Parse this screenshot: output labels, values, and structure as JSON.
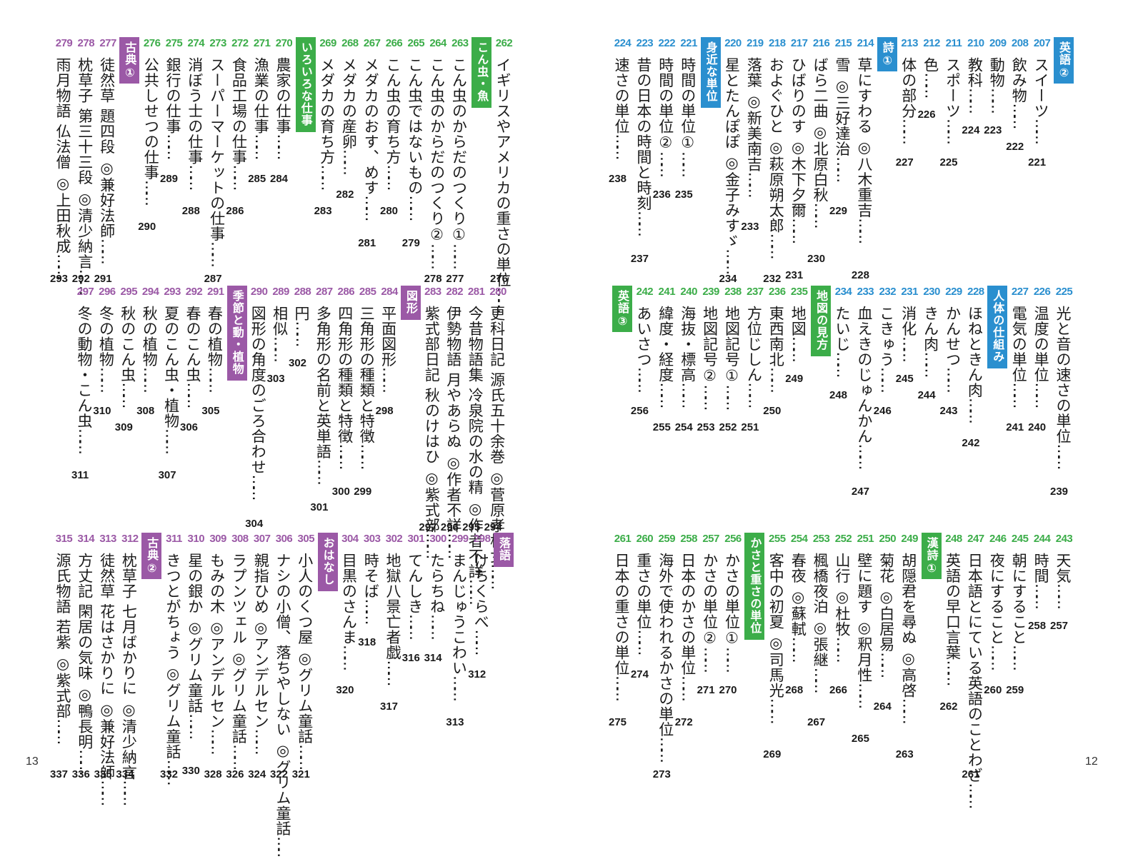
{
  "colors": {
    "green": "#3cad49",
    "purple": "#9b59a6",
    "blue": "#2a8fcf",
    "text": "#1a1a1a",
    "badge_text": "#ffffff"
  },
  "folios": {
    "left": "13",
    "right": "12"
  },
  "panels": {
    "left_top": {
      "section_badges": [
        {
          "label": "古典①",
          "color": "purple"
        },
        {
          "label": "いろいろな仕事",
          "color": "green"
        },
        {
          "label": "こん虫・魚",
          "color": "green"
        }
      ],
      "entries": [
        {
          "num": "279",
          "title": "雨月物語 仏法僧 ◎上田秋成",
          "dots": "……",
          "page": "293",
          "color": "purple"
        },
        {
          "num": "278",
          "title": "枕草子 第三十三段 ◎清少納言",
          "dots": "……",
          "page": "292",
          "color": "purple"
        },
        {
          "num": "277",
          "title": "徒然草 題四段 ◎兼好法師",
          "dots": "……",
          "page": "291",
          "color": "purple"
        },
        {
          "num": "276",
          "title": "公共しせつの仕事",
          "dots": "……",
          "page": "290",
          "color": "green"
        },
        {
          "num": "275",
          "title": "銀行の仕事",
          "dots": "……",
          "page": "289",
          "color": "green"
        },
        {
          "num": "274",
          "title": "消ぼう士の仕事",
          "dots": "……",
          "page": "288",
          "color": "green"
        },
        {
          "num": "273",
          "title": "スーパーマーケットの仕事",
          "dots": "……",
          "page": "287",
          "color": "green"
        },
        {
          "num": "272",
          "title": "食品工場の仕事",
          "dots": "……",
          "page": "286",
          "color": "green"
        },
        {
          "num": "271",
          "title": "漁業の仕事",
          "dots": "……",
          "page": "285",
          "color": "green"
        },
        {
          "num": "270",
          "title": "農家の仕事",
          "dots": "……",
          "page": "284",
          "color": "green"
        },
        {
          "num": "269",
          "title": "メダカの育ち方",
          "dots": "……",
          "page": "283",
          "color": "green"
        },
        {
          "num": "268",
          "title": "メダカの産卵",
          "dots": "……",
          "page": "282",
          "color": "green"
        },
        {
          "num": "267",
          "title": "メダカのおす、めす",
          "dots": "……",
          "page": "281",
          "color": "green"
        },
        {
          "num": "266",
          "title": "こん虫の育ち方",
          "dots": "……",
          "page": "280",
          "color": "green"
        },
        {
          "num": "265",
          "title": "こん虫ではないもの",
          "dots": "……",
          "page": "279",
          "color": "green"
        },
        {
          "num": "264",
          "title": "こん虫のからだのつくり②",
          "dots": "……",
          "page": "278",
          "color": "green"
        },
        {
          "num": "263",
          "title": "こん虫のからだのつくり①",
          "dots": "……",
          "page": "277",
          "color": "green"
        },
        {
          "num": "262",
          "title": "イギリスやアメリカの重さの単位",
          "dots": "……",
          "page": "276",
          "color": "green"
        }
      ]
    },
    "left_mid": {
      "section_badges": [
        {
          "label": "季節と動・植物",
          "color": "purple"
        },
        {
          "label": "図形",
          "color": "purple"
        }
      ],
      "entries": [
        {
          "num": "297",
          "title": "冬の動物・こん虫",
          "dots": "……",
          "page": "311",
          "color": "purple"
        },
        {
          "num": "296",
          "title": "冬の植物",
          "dots": "……",
          "page": "310",
          "color": "purple"
        },
        {
          "num": "295",
          "title": "秋のこん虫",
          "dots": "……",
          "page": "309",
          "color": "purple"
        },
        {
          "num": "294",
          "title": "秋の植物",
          "dots": "……",
          "page": "308",
          "color": "purple"
        },
        {
          "num": "293",
          "title": "夏のこん虫・植物",
          "dots": "……",
          "page": "307",
          "color": "purple"
        },
        {
          "num": "292",
          "title": "春のこん虫",
          "dots": "……",
          "page": "306",
          "color": "purple"
        },
        {
          "num": "291",
          "title": "春の植物",
          "dots": "……",
          "page": "305",
          "color": "purple"
        },
        {
          "num": "290",
          "title": "図形の角度のごろ合わせ",
          "dots": "……",
          "page": "304",
          "color": "purple"
        },
        {
          "num": "289",
          "title": "相似",
          "dots": "……",
          "page": "303",
          "color": "purple"
        },
        {
          "num": "288",
          "title": "円",
          "dots": "……",
          "page": "302",
          "color": "purple"
        },
        {
          "num": "287",
          "title": "多角形の名前と英単語",
          "dots": "……",
          "page": "301",
          "color": "purple"
        },
        {
          "num": "286",
          "title": "四角形の種類と特徴",
          "dots": "……",
          "page": "300",
          "color": "purple"
        },
        {
          "num": "285",
          "title": "三角形の種類と特徴",
          "dots": "……",
          "page": "299",
          "color": "purple"
        },
        {
          "num": "284",
          "title": "平面図形",
          "dots": "……",
          "page": "298",
          "color": "purple"
        },
        {
          "num": "283",
          "title": "紫式部日記 秋のけはひ ◎紫式部",
          "dots": "……",
          "page": "297",
          "color": "purple"
        },
        {
          "num": "282",
          "title": "伊勢物語 月やあらぬ ◎作者不詳",
          "dots": "……",
          "page": "296",
          "color": "purple"
        },
        {
          "num": "281",
          "title": "今昔物語集 冷泉院の水の精 ◎作者不詳",
          "dots": "……",
          "page": "295",
          "color": "purple"
        },
        {
          "num": "280",
          "title": "更科日記 源氏五十余巻 ◎菅原孝標女",
          "dots": "……",
          "page": "294",
          "color": "purple"
        }
      ]
    },
    "left_bot": {
      "section_badges": [
        {
          "label": "古典②",
          "color": "purple"
        },
        {
          "label": "おはなし",
          "color": "purple"
        },
        {
          "label": "落語",
          "color": "purple"
        }
      ],
      "entries": [
        {
          "num": "315",
          "title": "源氏物語 若紫 ◎紫式部",
          "dots": "……",
          "page": "337",
          "color": "purple"
        },
        {
          "num": "314",
          "title": "方丈記 閑居の気味 ◎鴨長明",
          "dots": "……",
          "page": "336",
          "color": "purple"
        },
        {
          "num": "313",
          "title": "徒然草 花はさかりに ◎兼好法師",
          "dots": "……",
          "page": "335",
          "color": "purple"
        },
        {
          "num": "312",
          "title": "枕草子 七月ばかりに ◎清少納言",
          "dots": "……",
          "page": "334",
          "color": "purple"
        },
        {
          "num": "311",
          "title": "きつとがちょう ◎グリム童話",
          "dots": "……",
          "page": "332",
          "color": "purple"
        },
        {
          "num": "310",
          "title": "星の銀か ◎グリム童話",
          "dots": "……",
          "page": "330",
          "color": "purple"
        },
        {
          "num": "309",
          "title": "もみの木 ◎アンデルセン",
          "dots": "……",
          "page": "328",
          "color": "purple"
        },
        {
          "num": "308",
          "title": "ラプンツェル ◎グリム童話",
          "dots": "……",
          "page": "326",
          "color": "purple"
        },
        {
          "num": "307",
          "title": "親指ひめ ◎アンデルセン",
          "dots": "……",
          "page": "324",
          "color": "purple"
        },
        {
          "num": "306",
          "title": "ナシの小僧、落ちやしない ◎グリム童話",
          "dots": "……",
          "page": "322",
          "color": "purple"
        },
        {
          "num": "305",
          "title": "小人のくつ屋 ◎グリム童話",
          "dots": "……",
          "page": "321",
          "color": "purple"
        },
        {
          "num": "304",
          "title": "目黒のさんま",
          "dots": "……",
          "page": "320",
          "color": "purple"
        },
        {
          "num": "303",
          "title": "時そば",
          "dots": "……",
          "page": "318",
          "color": "purple"
        },
        {
          "num": "302",
          "title": "地獄八景亡者戯",
          "dots": "……",
          "page": "317",
          "color": "purple"
        },
        {
          "num": "301",
          "title": "てんしき",
          "dots": "……",
          "page": "316",
          "color": "purple"
        },
        {
          "num": "300",
          "title": "たらちね",
          "dots": "……",
          "page": "314",
          "color": "purple"
        },
        {
          "num": "299",
          "title": "まんじゅうこわい",
          "dots": "……",
          "page": "313",
          "color": "purple"
        },
        {
          "num": "298",
          "title": "けちくらべ",
          "dots": "……",
          "page": "312",
          "color": "purple"
        }
      ]
    },
    "right_top": {
      "section_badges": [
        {
          "label": "身近な単位",
          "color": "blue"
        },
        {
          "label": "詩①",
          "color": "blue"
        },
        {
          "label": "英語②",
          "color": "blue"
        }
      ],
      "entries": [
        {
          "num": "224",
          "title": "速さの単位",
          "dots": "……",
          "page": "238",
          "color": "blue"
        },
        {
          "num": "223",
          "title": "昔の日本の時間と時刻",
          "dots": "……",
          "page": "237",
          "color": "blue"
        },
        {
          "num": "222",
          "title": "時間の単位②",
          "dots": "……",
          "page": "236",
          "color": "blue"
        },
        {
          "num": "221",
          "title": "時間の単位①",
          "dots": "……",
          "page": "235",
          "color": "blue"
        },
        {
          "num": "220",
          "title": "星とたんぽぽ ◎金子みすゞ",
          "dots": "……",
          "page": "234",
          "color": "blue"
        },
        {
          "num": "219",
          "title": "落葉 ◎新美南吉",
          "dots": "……",
          "page": "233",
          "color": "blue"
        },
        {
          "num": "218",
          "title": "およぐひと ◎萩原朔太郎",
          "dots": "……",
          "page": "232",
          "color": "blue"
        },
        {
          "num": "217",
          "title": "ひばりのす ◎木下夕爾",
          "dots": "……",
          "page": "231",
          "color": "blue"
        },
        {
          "num": "216",
          "title": "ばら二曲 ◎北原白秋",
          "dots": "……",
          "page": "230",
          "color": "blue"
        },
        {
          "num": "215",
          "title": "雪 ◎三好達治",
          "dots": "……",
          "page": "229",
          "color": "blue"
        },
        {
          "num": "214",
          "title": "草にすわる ◎八木重吉",
          "dots": "……",
          "page": "228",
          "color": "blue"
        },
        {
          "num": "213",
          "title": "体の部分",
          "dots": "……",
          "page": "227",
          "color": "blue"
        },
        {
          "num": "212",
          "title": "色",
          "dots": "……",
          "page": "226",
          "color": "blue"
        },
        {
          "num": "211",
          "title": "スポーツ",
          "dots": "……",
          "page": "225",
          "color": "blue"
        },
        {
          "num": "210",
          "title": "教科",
          "dots": "……",
          "page": "224",
          "color": "blue"
        },
        {
          "num": "209",
          "title": "動物",
          "dots": "……",
          "page": "223",
          "color": "blue"
        },
        {
          "num": "208",
          "title": "飲み物",
          "dots": "……",
          "page": "222",
          "color": "blue"
        },
        {
          "num": "207",
          "title": "スイーツ",
          "dots": "……",
          "page": "221",
          "color": "blue"
        }
      ]
    },
    "right_mid": {
      "section_badges": [
        {
          "label": "英語③",
          "color": "green"
        },
        {
          "label": "地図の見方",
          "color": "green"
        },
        {
          "label": "人体の仕組み",
          "color": "blue"
        }
      ],
      "entries": [
        {
          "num": "242",
          "title": "あいさつ",
          "dots": "……",
          "page": "256",
          "color": "green"
        },
        {
          "num": "241",
          "title": "緯度・経度",
          "dots": "……",
          "page": "255",
          "color": "green"
        },
        {
          "num": "240",
          "title": "海抜・標高",
          "dots": "……",
          "page": "254",
          "color": "green"
        },
        {
          "num": "239",
          "title": "地図記号②",
          "dots": "……",
          "page": "253",
          "color": "green"
        },
        {
          "num": "238",
          "title": "地図記号①",
          "dots": "……",
          "page": "252",
          "color": "green"
        },
        {
          "num": "237",
          "title": "方位じしん",
          "dots": "……",
          "page": "251",
          "color": "green"
        },
        {
          "num": "236",
          "title": "東西南北",
          "dots": "……",
          "page": "250",
          "color": "green"
        },
        {
          "num": "235",
          "title": "地図",
          "dots": "……",
          "page": "249",
          "color": "green"
        },
        {
          "num": "234",
          "title": "たいじ",
          "dots": "……",
          "page": "248",
          "color": "blue"
        },
        {
          "num": "233",
          "title": "血えきのじゅんかん",
          "dots": "……",
          "page": "247",
          "color": "blue"
        },
        {
          "num": "232",
          "title": "こきゅう",
          "dots": "……",
          "page": "246",
          "color": "blue"
        },
        {
          "num": "231",
          "title": "消化",
          "dots": "……",
          "page": "245",
          "color": "blue"
        },
        {
          "num": "230",
          "title": "きん肉",
          "dots": "……",
          "page": "244",
          "color": "blue"
        },
        {
          "num": "229",
          "title": "かんせつ",
          "dots": "……",
          "page": "243",
          "color": "blue"
        },
        {
          "num": "228",
          "title": "ほねときん肉",
          "dots": "……",
          "page": "242",
          "color": "blue"
        },
        {
          "num": "227",
          "title": "電気の単位",
          "dots": "……",
          "page": "241",
          "color": "blue"
        },
        {
          "num": "226",
          "title": "温度の単位",
          "dots": "……",
          "page": "240",
          "color": "blue"
        },
        {
          "num": "225",
          "title": "光と音の速さの単位",
          "dots": "……",
          "page": "239",
          "color": "blue"
        }
      ]
    },
    "right_bot": {
      "section_badges": [
        {
          "label": "かさと重さの単位",
          "color": "green"
        },
        {
          "label": "漢詩①",
          "color": "green"
        }
      ],
      "entries": [
        {
          "num": "261",
          "title": "日本の重さの単位",
          "dots": "……",
          "page": "275",
          "color": "green"
        },
        {
          "num": "260",
          "title": "重さの単位",
          "dots": "……",
          "page": "274",
          "color": "green"
        },
        {
          "num": "259",
          "title": "海外で使われるかさの単位",
          "dots": "……",
          "page": "273",
          "color": "green"
        },
        {
          "num": "258",
          "title": "日本のかさの単位",
          "dots": "……",
          "page": "272",
          "color": "green"
        },
        {
          "num": "257",
          "title": "かさの単位②",
          "dots": "……",
          "page": "271",
          "color": "green"
        },
        {
          "num": "256",
          "title": "かさの単位①",
          "dots": "……",
          "page": "270",
          "color": "green"
        },
        {
          "num": "255",
          "title": "客中の初夏 ◎司馬光",
          "dots": "……",
          "page": "269",
          "color": "green"
        },
        {
          "num": "254",
          "title": "春夜 ◎蘇軾",
          "dots": "……",
          "page": "268",
          "color": "green"
        },
        {
          "num": "253",
          "title": "楓橋夜泊 ◎張継",
          "dots": "……",
          "page": "267",
          "color": "green"
        },
        {
          "num": "252",
          "title": "山行 ◎杜牧",
          "dots": "……",
          "page": "266",
          "color": "green"
        },
        {
          "num": "251",
          "title": "壁に題す ◎釈月性",
          "dots": "……",
          "page": "265",
          "color": "green"
        },
        {
          "num": "250",
          "title": "菊花 ◎白居易",
          "dots": "……",
          "page": "264",
          "color": "green"
        },
        {
          "num": "249",
          "title": "胡隠君を尋ぬ ◎高啓",
          "dots": "……",
          "page": "263",
          "color": "green"
        },
        {
          "num": "248",
          "title": "英語の早口言葉",
          "dots": "……",
          "page": "262",
          "color": "green"
        },
        {
          "num": "247",
          "title": "日本語とにている英語のことわざ",
          "dots": "……",
          "page": "261",
          "color": "green"
        },
        {
          "num": "246",
          "title": "夜にすること",
          "dots": "……",
          "page": "260",
          "color": "green"
        },
        {
          "num": "245",
          "title": "朝にすること",
          "dots": "……",
          "page": "259",
          "color": "green"
        },
        {
          "num": "244",
          "title": "時間",
          "dots": "……",
          "page": "258",
          "color": "green"
        },
        {
          "num": "243",
          "title": "天気",
          "dots": "……",
          "page": "257",
          "color": "green"
        }
      ]
    }
  }
}
